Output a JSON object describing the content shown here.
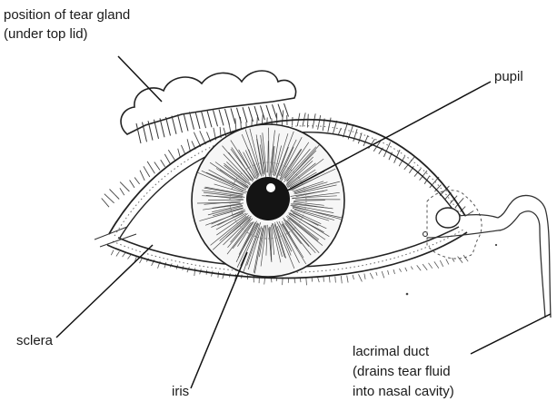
{
  "labels": {
    "tear_gland": [
      "position of tear gland",
      "(under top lid)"
    ],
    "pupil": "pupil",
    "sclera": "sclera",
    "iris": "iris",
    "lacrimal_duct": [
      "lacrimal duct",
      "(drains tear fluid",
      "into nasal cavity)"
    ]
  }
}
